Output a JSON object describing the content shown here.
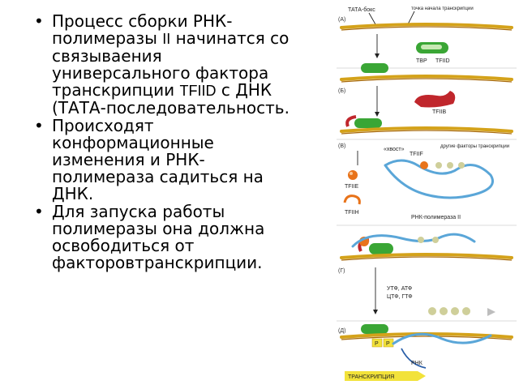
{
  "bullets": [
    {
      "segments": [
        {
          "text": "Процесс сборки РНК-полимеразы ",
          "style": "normal"
        },
        {
          "text": "II",
          "style": "thin"
        },
        {
          "text": " начинатся со связываения универсального фактора транскрипции ",
          "style": "normal"
        },
        {
          "text": "TFIID",
          "style": "thin"
        },
        {
          "text": " с ДНК (ТАТА-последовательность.",
          "style": "normal"
        }
      ]
    },
    {
      "segments": [
        {
          "text": "Происходят конформационные изменения и РНК-полимераза садиться на ДНК.",
          "style": "normal"
        }
      ]
    },
    {
      "segments": [
        {
          "text": "Для запуска работы полимеразы она должна освободиться от факторовтранскрипции.",
          "style": "normal"
        }
      ]
    }
  ],
  "figure": {
    "panels": {
      "a": "(A)",
      "b": "(Б)",
      "v": "(В)",
      "g": "(Г)",
      "d": "(Д)"
    },
    "labels": {
      "tata_box": "ТАТА-бокс",
      "start_point": "точка начала транскрипции",
      "tbp": "TBP",
      "tfiid": "TFIID",
      "tfiib": "TFIIB",
      "tail": "«хвост»",
      "tfiif": "TFIIF",
      "other_factors": "другие факторы транскрипции",
      "tfiie": "TFIIE",
      "tfiih": "TFIIH",
      "rna_pol": "РНК-полимераза II",
      "ntp1": "УТФ, АТФ",
      "ntp2": "ЦТФ, ГТФ",
      "p1": "P",
      "p2": "P",
      "rna": "РНК",
      "transcription": "ТРАНСКРИПЦИЯ"
    },
    "colors": {
      "dna": "#d4a21a",
      "tfiid": "#3aa635",
      "tfiib": "#c0262c",
      "tfiie": "#e8731a",
      "rna": "#5aa6d8",
      "banner": "#f2e23a"
    }
  }
}
